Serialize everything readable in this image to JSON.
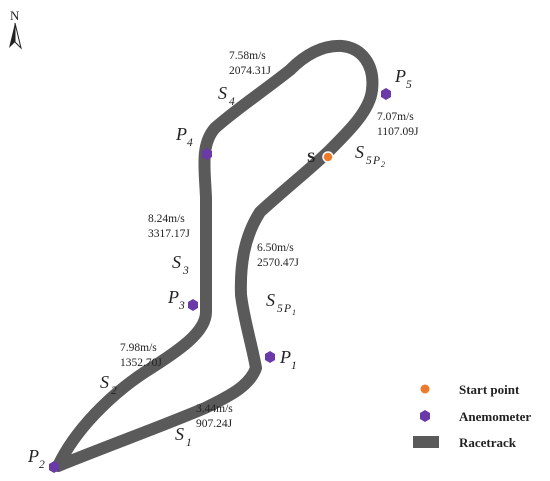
{
  "compass": {
    "label": "N"
  },
  "colors": {
    "track": "#5a5a5a",
    "anemometer": "#6a3aa8",
    "start_point": "#ee7b2c",
    "start_stroke": "#ffffff"
  },
  "start": {
    "label": "S"
  },
  "segments": {
    "s1": {
      "letter": "S",
      "sub": "1",
      "speed": "3.44m/s",
      "energy": "907.24J"
    },
    "s2": {
      "letter": "S",
      "sub": "2",
      "speed": "7.98m/s",
      "energy": "1352.70J"
    },
    "s3": {
      "letter": "S",
      "sub": "3",
      "speed": "8.24m/s",
      "energy": "3317.17J"
    },
    "s4": {
      "letter": "S",
      "sub": "4",
      "speed": "7.58m/s",
      "energy": "2074.31J"
    },
    "s5p1": {
      "letter": "S",
      "sub": "5",
      "subsub": "1",
      "speed": "6.50m/s",
      "energy": "2570.47J"
    },
    "s5p2": {
      "letter": "S",
      "sub": "5",
      "subsub": "2",
      "speed": "7.07m/s",
      "energy": "1107.09J"
    }
  },
  "anemometers": {
    "p1": {
      "letter": "P",
      "sub": "1"
    },
    "p2": {
      "letter": "P",
      "sub": "2"
    },
    "p3": {
      "letter": "P",
      "sub": "3"
    },
    "p4": {
      "letter": "P",
      "sub": "4"
    },
    "p5": {
      "letter": "P",
      "sub": "5"
    }
  },
  "legend": {
    "start_point": "Start point",
    "anemometer": "Anemometer",
    "racetrack": "Racetrack"
  }
}
